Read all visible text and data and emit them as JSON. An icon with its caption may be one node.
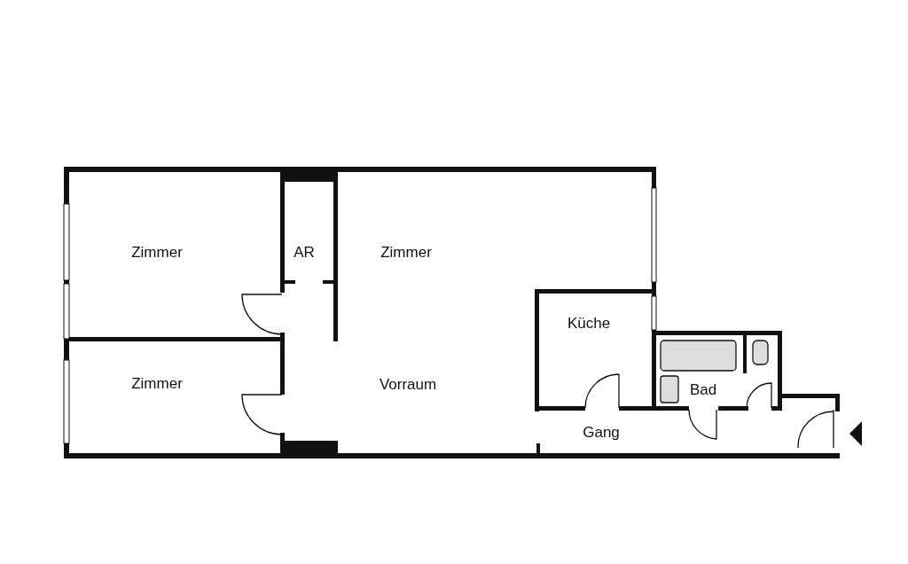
{
  "diagram": {
    "labels": [
      "Zimmer",
      "AR",
      "Zimmer",
      "Küche",
      "Bad",
      "Zimmer",
      "Vorraum",
      "Gang"
    ]
  }
}
